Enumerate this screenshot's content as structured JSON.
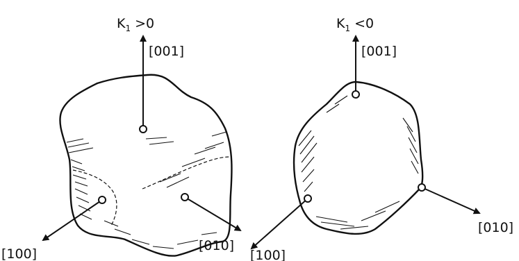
{
  "left_panel": {
    "title": {
      "k": "K",
      "sub": "1",
      "rel": ">0"
    },
    "axis_001": "[001]",
    "axis_100": "[100]",
    "axis_010": "[010]"
  },
  "right_panel": {
    "title": {
      "k": "K",
      "sub": "1",
      "rel": "<0"
    },
    "axis_001": "[001]",
    "axis_100": "[100]",
    "axis_010": "[010]"
  },
  "colors": {
    "ink": "#111111",
    "background": "#ffffff"
  }
}
